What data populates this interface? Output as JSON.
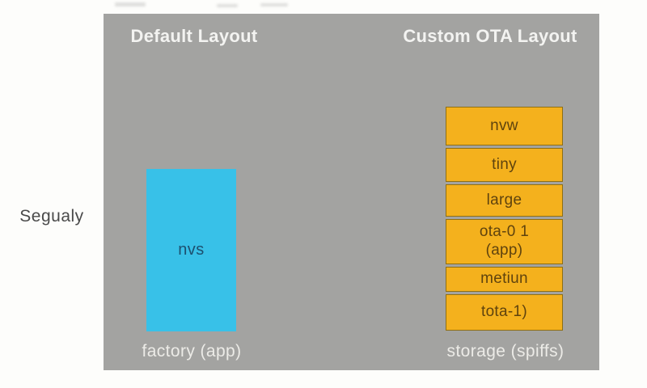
{
  "side_label": "Segualy",
  "colors": {
    "canvas_bg": "#fdfdfb",
    "panel_bg": "#a3a3a1",
    "default_block_fill": "#38c1e8",
    "default_block_text": "#1d506f",
    "ota_block_fill": "#f4b11d",
    "ota_block_border": "#8f6f12",
    "ota_block_text": "#5f430e",
    "heading_text": "#f3f3f1",
    "caption_text": "#ecebe7",
    "side_label_text": "#4a4a4a"
  },
  "columns": [
    {
      "title": "Default Layout",
      "caption": "factory (app)",
      "blocks": [
        {
          "label": "nvs"
        }
      ]
    },
    {
      "title": "Custom OTA Layout",
      "caption": "storage (spiffs)",
      "blocks": [
        {
          "label": "nvw"
        },
        {
          "label": "tiny"
        },
        {
          "label": "large"
        },
        {
          "label": "ota-0 1\n(app)"
        },
        {
          "label": "metiun"
        },
        {
          "label": "tota-1)"
        }
      ]
    }
  ]
}
